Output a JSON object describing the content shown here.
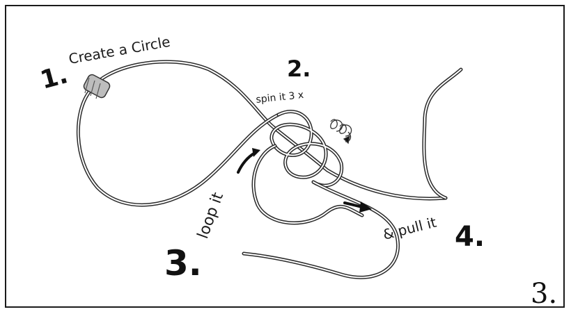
{
  "steps": [
    {
      "number": "1.",
      "text": "Create a Circle"
    },
    {
      "number": "2.",
      "text": "spin it 3 x"
    },
    {
      "number": "3.",
      "text": "loop it"
    },
    {
      "number": "4.",
      "text": "& pull it"
    }
  ],
  "page_number": "3.",
  "colors": {
    "ink": "#1a1a1a",
    "frame": "#1a1a1a",
    "background": "#ffffff"
  }
}
